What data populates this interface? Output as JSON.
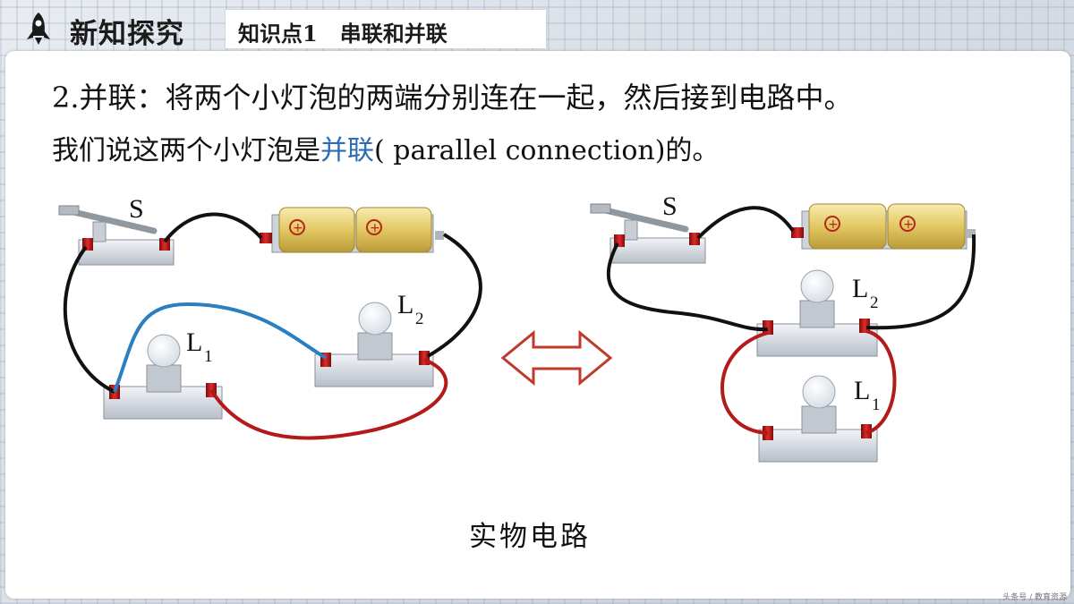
{
  "header": {
    "section_title": "新知探究",
    "topic_title": "知识点1",
    "topic_name": "串联和并联",
    "rocket_icon": "rocket-icon"
  },
  "content": {
    "line1_prefix": "2.并联：",
    "line1_text": "将两个小灯泡的两端分别连在一起，然后接到电路中。",
    "line2_before": "我们说这两个小灯泡是",
    "line2_keyword": "并联",
    "line2_after": "( parallel connection)的。",
    "caption": "实物电路"
  },
  "diagram": {
    "left": {
      "switch_label": "S",
      "lamp1_label": "L",
      "lamp1_sub": "1",
      "lamp2_label": "L",
      "lamp2_sub": "2"
    },
    "right": {
      "switch_label": "S",
      "lamp1_label": "L",
      "lamp1_sub": "1",
      "lamp2_label": "L",
      "lamp2_sub": "2"
    },
    "arrow_icon": "double-arrow-icon"
  },
  "watermark": "头条号 / 教育资源",
  "colors": {
    "keyword": "#2a6db5",
    "wire_black": "#111111",
    "wire_blue": "#2a7fc1",
    "wire_red": "#b51a1a",
    "battery": "#e6cf6a",
    "arrow": "#c0392b"
  }
}
